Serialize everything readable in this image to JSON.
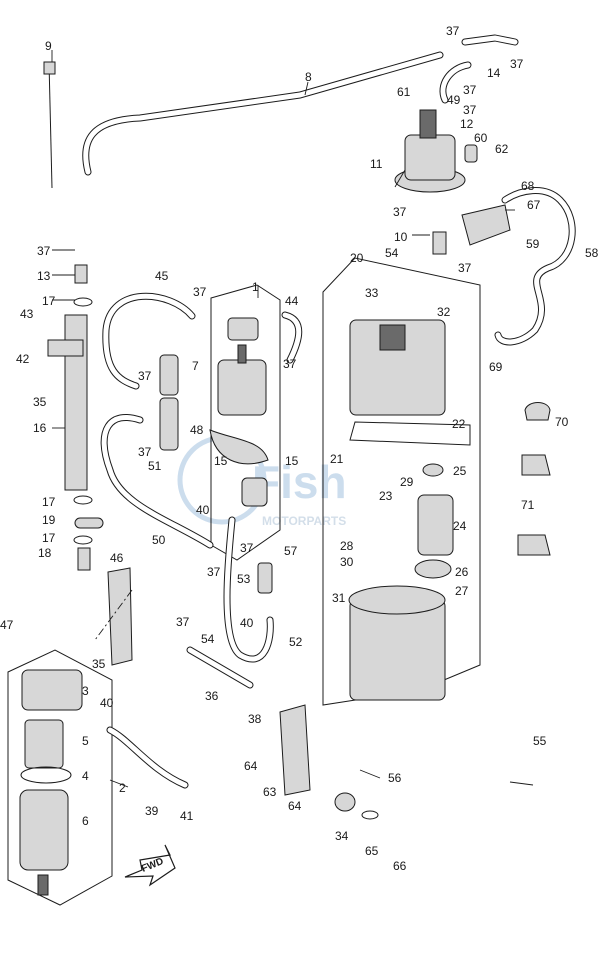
{
  "watermark": {
    "brand": "Fish",
    "subtitle": "MOTORPARTS"
  },
  "fwd_label": "FWD",
  "callouts": [
    "1",
    "2",
    "3",
    "4",
    "5",
    "6",
    "7",
    "8",
    "9",
    "10",
    "11",
    "12",
    "13",
    "14",
    "15",
    "15",
    "16",
    "17",
    "17",
    "17",
    "18",
    "19",
    "20",
    "21",
    "22",
    "23",
    "24",
    "25",
    "26",
    "27",
    "28",
    "29",
    "30",
    "31",
    "32",
    "33",
    "34",
    "35",
    "35",
    "36",
    "37",
    "37",
    "37",
    "37",
    "37",
    "37",
    "37",
    "37",
    "37",
    "37",
    "37",
    "37",
    "37",
    "37",
    "38",
    "39",
    "40",
    "40",
    "40",
    "41",
    "42",
    "43",
    "44",
    "45",
    "46",
    "47",
    "48",
    "49",
    "50",
    "51",
    "52",
    "53",
    "54",
    "54",
    "55",
    "56",
    "57",
    "58",
    "59",
    "60",
    "61",
    "62",
    "63",
    "64",
    "64",
    "65",
    "66",
    "67",
    "68",
    "69",
    "70",
    "71"
  ]
}
